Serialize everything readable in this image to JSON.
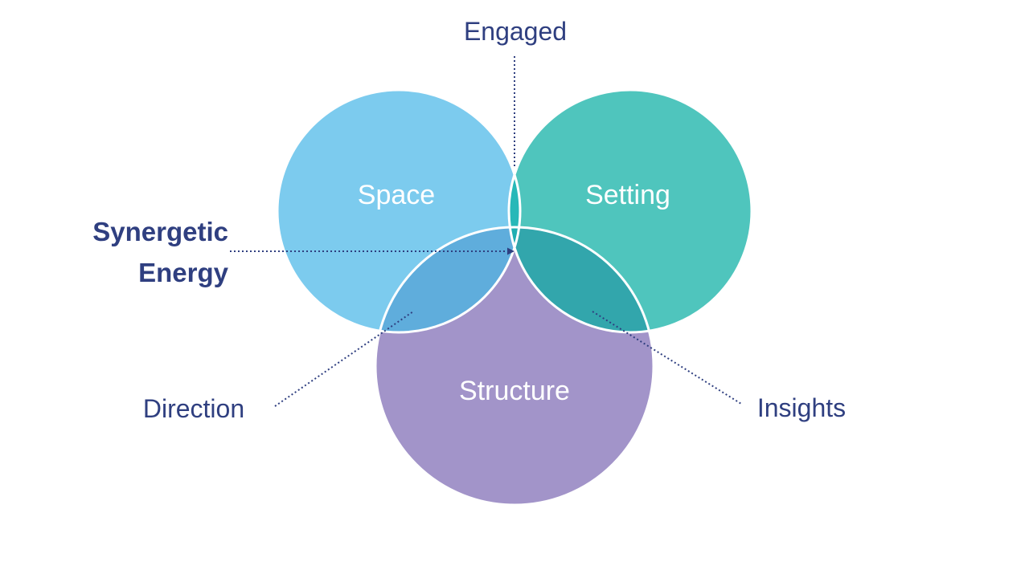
{
  "circles": {
    "space": {
      "label": "Space",
      "color": "#7ccbee"
    },
    "setting": {
      "label": "Setting",
      "color": "#4fc5bd"
    },
    "structure": {
      "label": "Structure",
      "color": "#a294c9"
    }
  },
  "overlaps": {
    "space_setting": {
      "color": "#27b8b8"
    },
    "space_structure": {
      "color": "#5faddc"
    },
    "setting_structure": {
      "color": "#32a6ac"
    },
    "center": {
      "color": "#1faeb2"
    }
  },
  "annotations": {
    "engaged": "Engaged",
    "synergetic_line1": "Synergetic",
    "synergetic_line2": "Energy",
    "direction": "Direction",
    "insights": "Insights"
  },
  "colors": {
    "text_dark": "#2f3f80",
    "outline": "#ffffff",
    "leader": "#2f3f80"
  }
}
